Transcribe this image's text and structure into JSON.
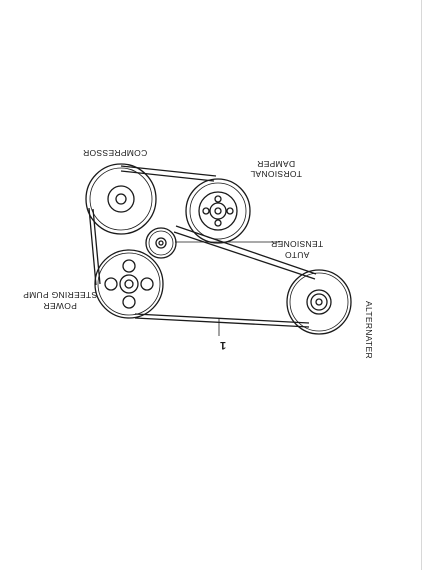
{
  "diagram": {
    "labels": {
      "compressor": "COMPRESSOR",
      "damper_line1": "TORSIONAL",
      "damper_line2": "DAMPER",
      "tensioner_line1": "AUTO",
      "tensioner_line2": "TENSIONER",
      "ps_line1": "POWER",
      "ps_line2": "STEERING PUMP",
      "alternator": "ALTERNATER",
      "belt_callout": "1"
    }
  }
}
